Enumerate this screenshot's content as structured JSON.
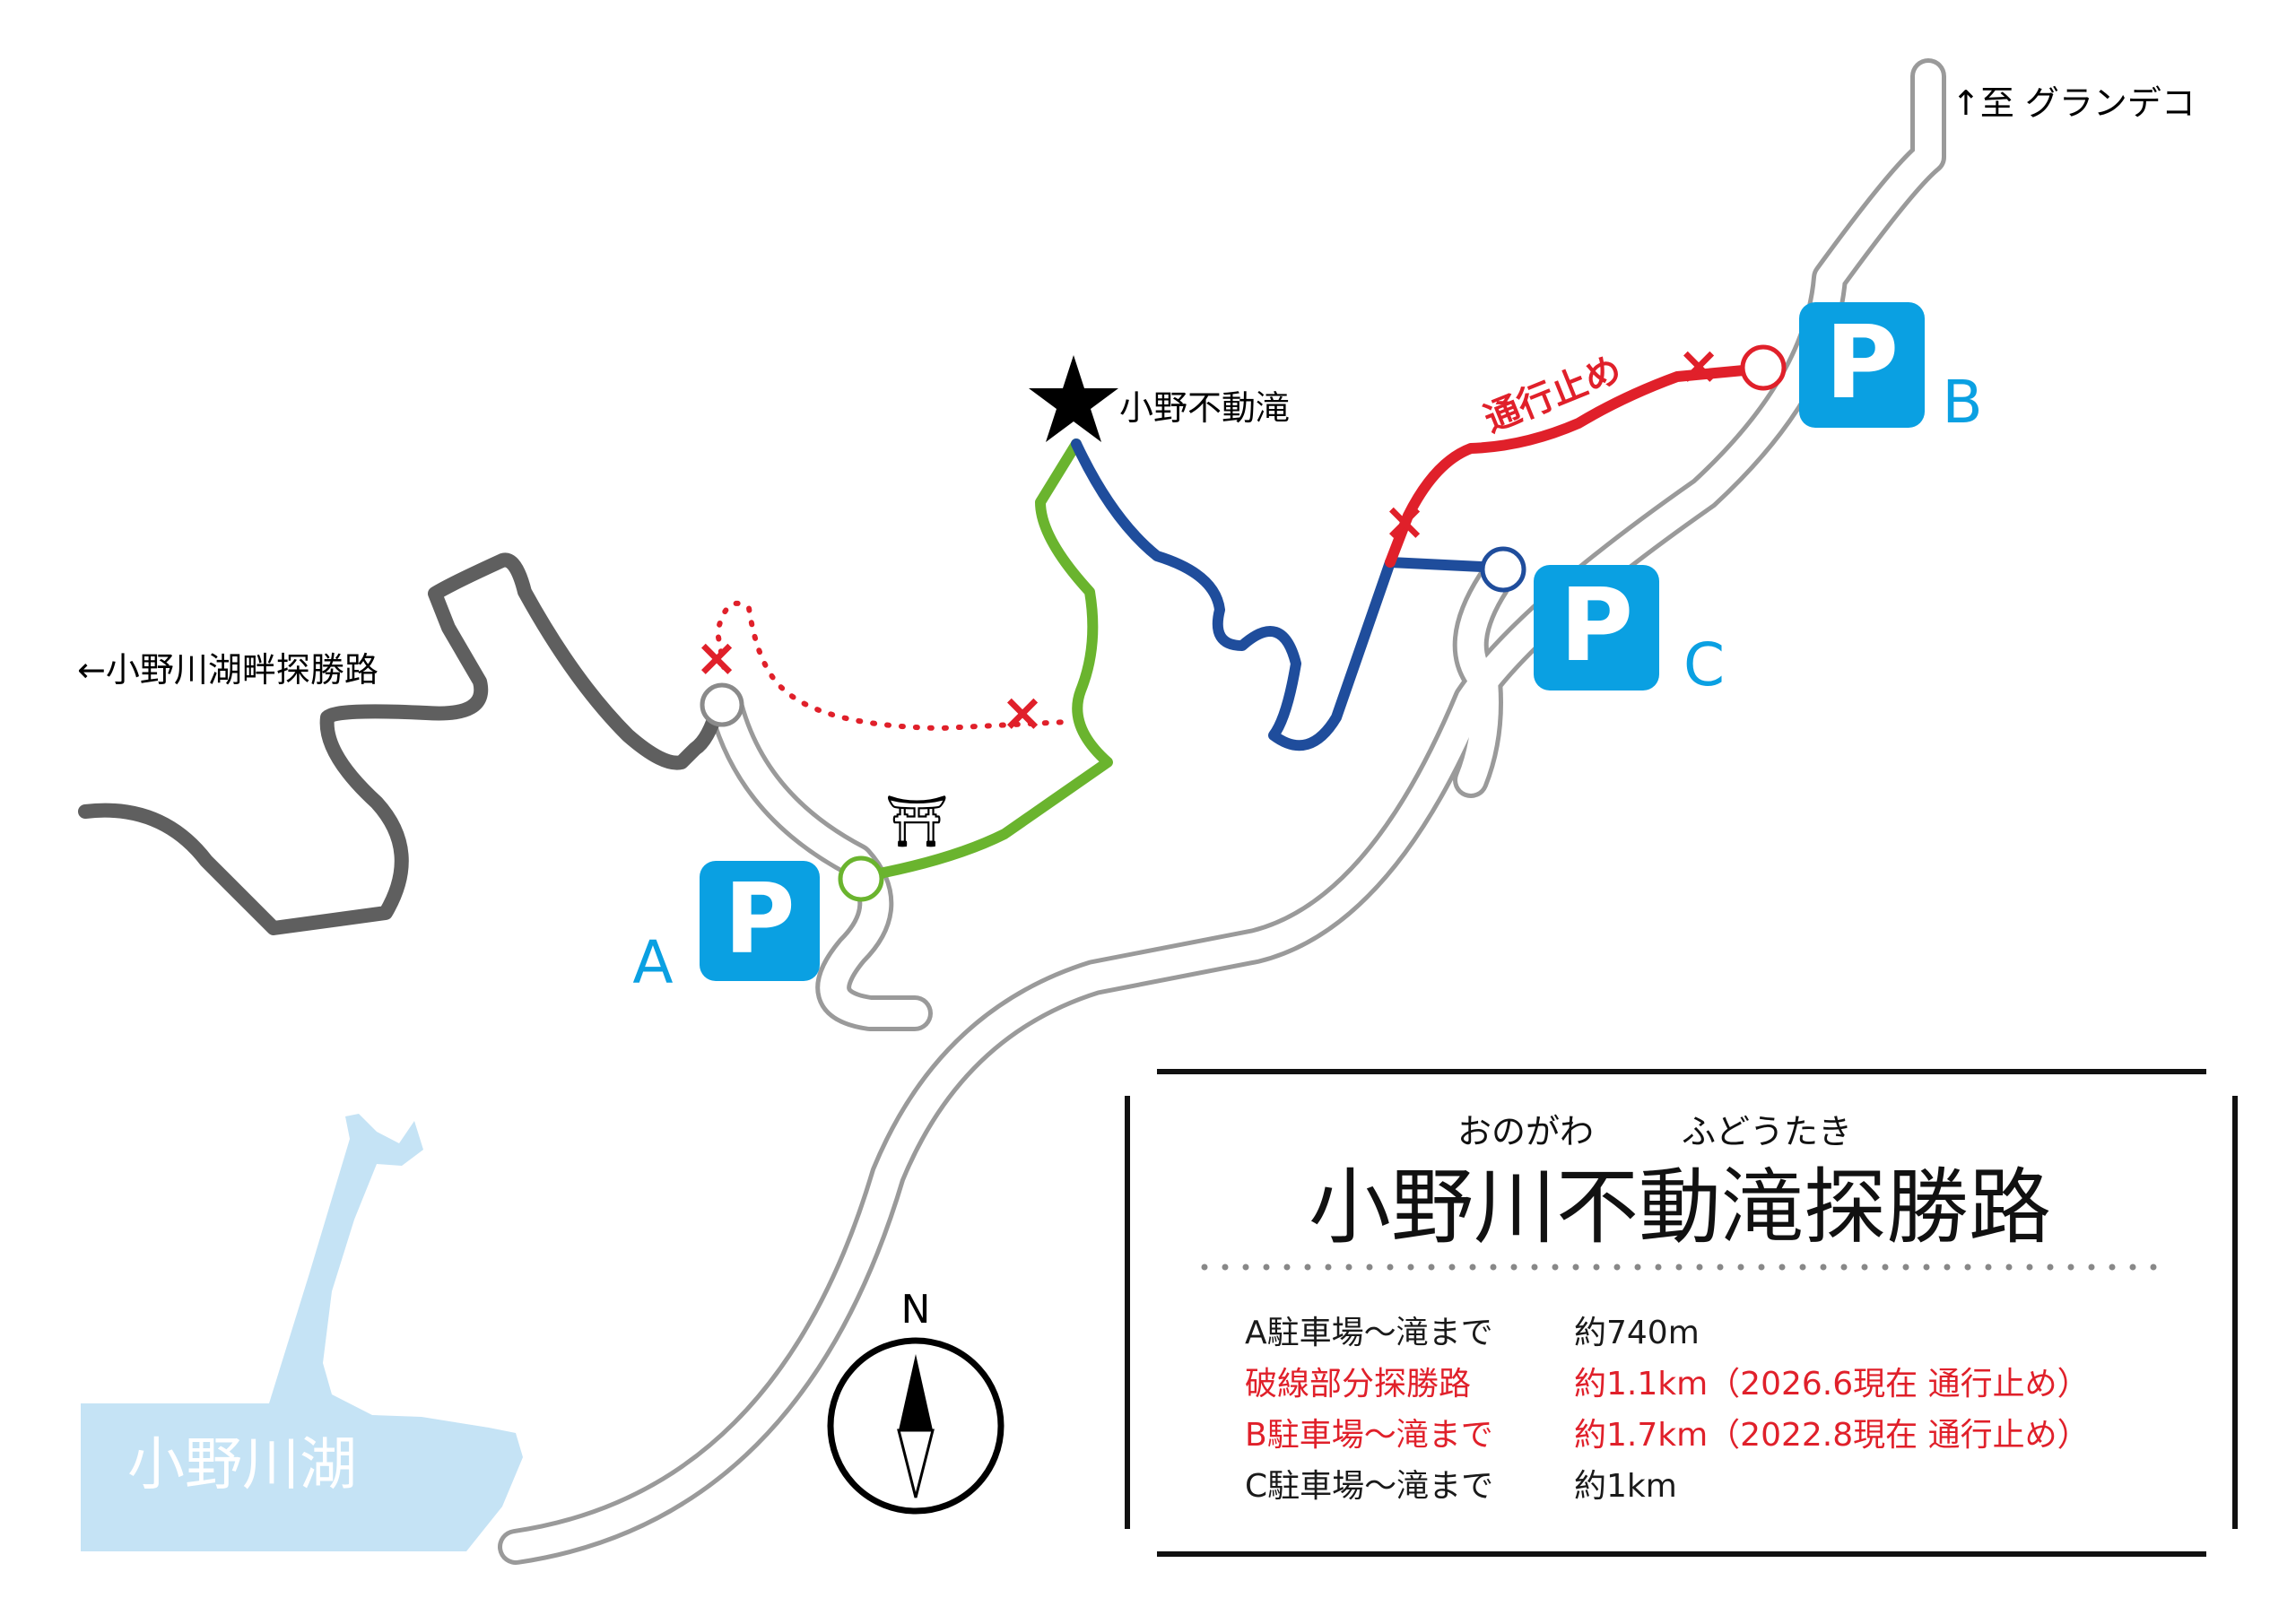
{
  "map": {
    "lake_label": "小野川湖",
    "labels": {
      "waterfall": "小野不動滝",
      "lakeside_trail": "←小野川湖畔探勝路",
      "to_grandeco": "↑至 グランデコ",
      "closed_route": "通行止め",
      "north": "N"
    },
    "parking": [
      {
        "id": "A",
        "symbol": "P",
        "letter": "A"
      },
      {
        "id": "B",
        "symbol": "P",
        "letter": "B"
      },
      {
        "id": "C",
        "symbol": "P",
        "letter": "C"
      }
    ],
    "shrine_symbol": "⛩",
    "closure_mark": "×"
  },
  "legend": {
    "title_reading_1": "おのがわ",
    "title_reading_2": "ふどうたき",
    "title": "小野川不動滝探勝路",
    "entries": [
      {
        "label": "A駐車場～滝まで",
        "value": "約740m",
        "color": "#1a1a1a"
      },
      {
        "label": "破線部分探勝路",
        "value": "約1.1km（2026.6現在 通行止め）",
        "color": "#e0202a"
      },
      {
        "label": "B駐車場～滝まで",
        "value": "約1.7km（2022.8現在 通行止め）",
        "color": "#e0202a"
      },
      {
        "label": "C駐車場～滝まで",
        "value": "約1km",
        "color": "#1a1a1a"
      }
    ]
  },
  "colors": {
    "lake": "#c5e3f5",
    "road_outline": "#9a9a9a",
    "lakeside_trail": "#5f5f5f",
    "route_A": "#6ab42e",
    "route_C": "#1f4d9c",
    "route_B": "#e0202a",
    "parking": "#0aa0e2",
    "closure": "#e0202a"
  }
}
